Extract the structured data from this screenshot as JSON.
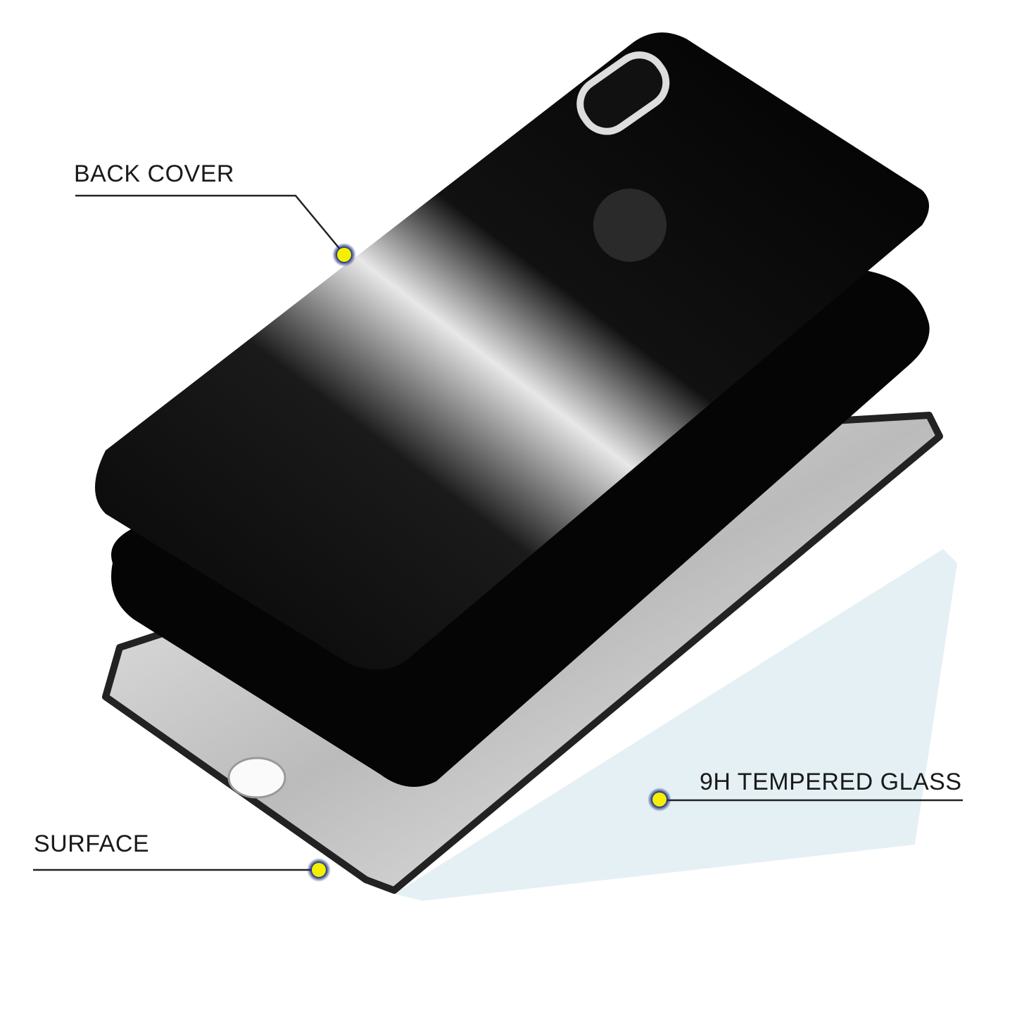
{
  "callouts": {
    "back_cover": "BACK COVER",
    "tempered_glass": "9H TEMPERED GLASS",
    "surface": "SURFACE"
  },
  "colors": {
    "dot": "#f4f000",
    "dot_ring": "#1d2f7a",
    "case": "#0a0a0a",
    "glass": "#dcebf2",
    "frame": "#c8c8c8"
  }
}
